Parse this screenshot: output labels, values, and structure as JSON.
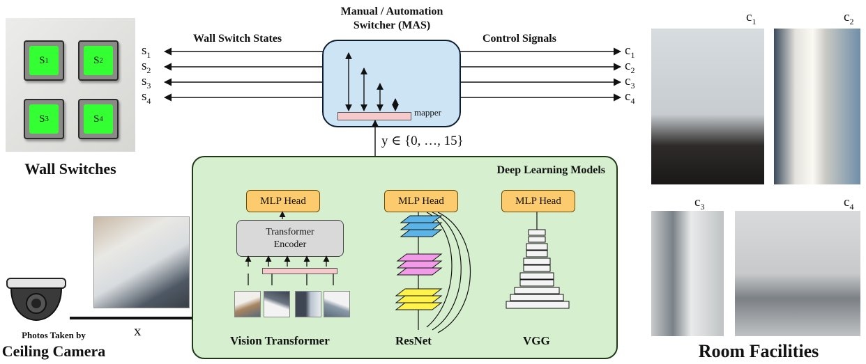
{
  "mas": {
    "title_line1": "Manual / Automation",
    "title_line2": "Switcher (MAS)",
    "mapper_label": "mapper",
    "left_header": "Wall Switch States",
    "right_header": "Control Signals"
  },
  "states": {
    "letter": "s",
    "subs": [
      "1",
      "2",
      "3",
      "4"
    ]
  },
  "controls": {
    "letter": "c",
    "subs": [
      "1",
      "2",
      "3",
      "4"
    ]
  },
  "wall_switches": {
    "buttons": [
      {
        "letter": "S",
        "sub": "1"
      },
      {
        "letter": "S",
        "sub": "2"
      },
      {
        "letter": "S",
        "sub": "3"
      },
      {
        "letter": "S",
        "sub": "4"
      }
    ],
    "caption": "Wall Switches"
  },
  "y_label": "y ∈ {0, …, 15}",
  "deep_learning": {
    "title": "Deep Learning Models",
    "mlp_head": "MLP Head",
    "encoder_line1": "Transformer",
    "encoder_line2": "Encoder",
    "vit_label": "Vision Transformer",
    "resnet_label": "ResNet",
    "vgg_label": "VGG"
  },
  "camera": {
    "caption_line1": "Photos Taken by",
    "caption_line2": "Ceiling Camera",
    "x_label": "x"
  },
  "room": {
    "caption": "Room Facilities",
    "photo_labels": [
      {
        "letter": "c",
        "sub": "1"
      },
      {
        "letter": "c",
        "sub": "2"
      },
      {
        "letter": "c",
        "sub": "3"
      },
      {
        "letter": "c",
        "sub": "4"
      }
    ]
  },
  "colors": {
    "mas_fill": "#cce4f3",
    "dl_fill": "#d6f0cf",
    "mlp_fill": "#fccb6e",
    "mapper_fill": "#f6c9cb",
    "switch_green": "#33ff33",
    "resnet_blue": "#5ab4e8",
    "resnet_pink": "#f29be8",
    "resnet_yellow": "#fff24a"
  }
}
